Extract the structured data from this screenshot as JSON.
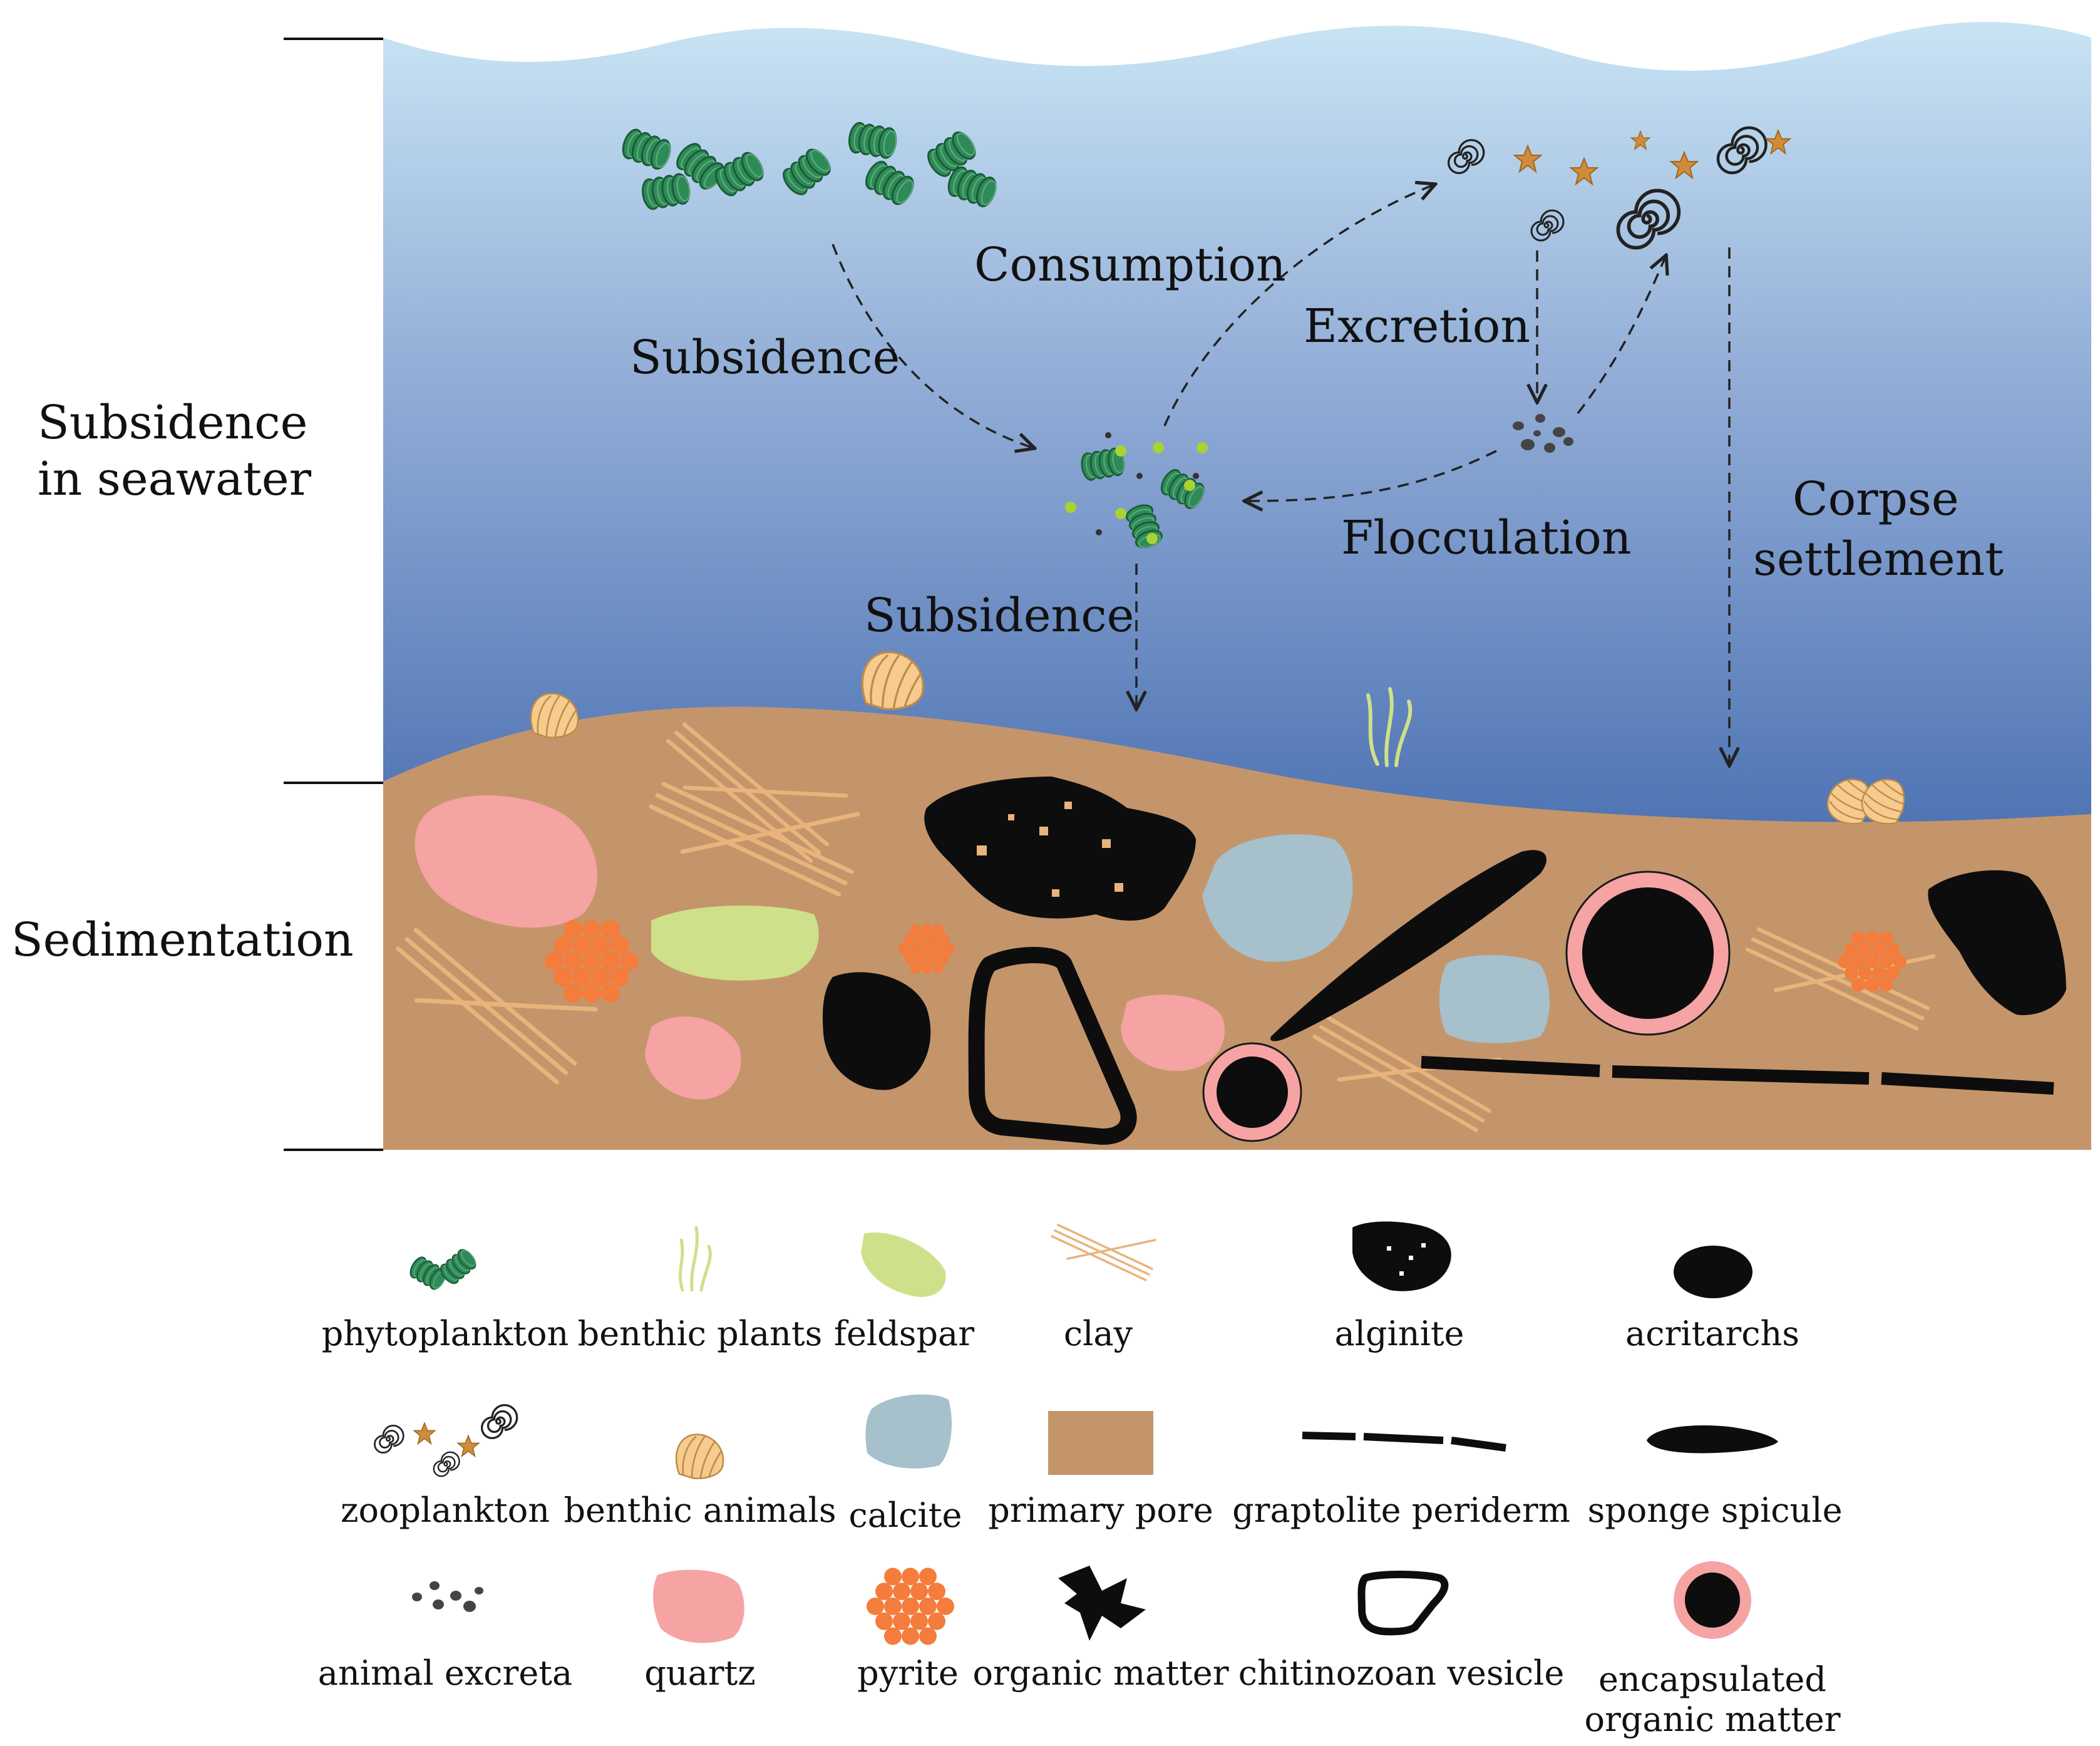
{
  "side_labels": {
    "water_line1": "Subsidence",
    "water_line2": "in seawater",
    "sediment": "Sedimentation"
  },
  "process_labels": {
    "subsidence_upper": "Subsidence",
    "consumption": "Consumption",
    "excretion": "Excretion",
    "flocculation": "Flocculation",
    "subsidence_lower": "Subsidence",
    "corpse_line1": "Corpse",
    "corpse_line2": "settlement"
  },
  "legend": [
    {
      "icon": "phytoplankton-icon",
      "label": "phytoplankton"
    },
    {
      "icon": "benthic-plants-icon",
      "label": "benthic plants"
    },
    {
      "icon": "feldspar-icon",
      "label": "feldspar"
    },
    {
      "icon": "clay-icon",
      "label": "clay"
    },
    {
      "icon": "alginite-icon",
      "label": "alginite"
    },
    {
      "icon": "acritarchs-icon",
      "label": "acritarchs"
    },
    {
      "icon": "zooplankton-icon",
      "label": "zooplankton"
    },
    {
      "icon": "benthic-animals-icon",
      "label": "benthic animals"
    },
    {
      "icon": "calcite-icon",
      "label": "calcite"
    },
    {
      "icon": "primary-pore-icon",
      "label": "primary pore"
    },
    {
      "icon": "graptolite-periderm-icon",
      "label": "graptolite periderm"
    },
    {
      "icon": "sponge-spicule-icon",
      "label": "sponge spicule"
    },
    {
      "icon": "animal-excreta-icon",
      "label": "animal excreta"
    },
    {
      "icon": "quartz-icon",
      "label": "quartz"
    },
    {
      "icon": "pyrite-icon",
      "label": "pyrite"
    },
    {
      "icon": "organic-matter-icon",
      "label": "organic matter"
    },
    {
      "icon": "chitinozoan-vesicle-icon",
      "label": "chitinozoan vesicle"
    },
    {
      "icon": "encapsulated-organic-matter-icon",
      "label_line1": "encapsulated",
      "label_line2": "organic matter"
    }
  ],
  "colors": {
    "water_top": "#c8e4f4",
    "water_bottom": "#4f74b4",
    "sediment": "#c4956a",
    "phytoplankton": "#2e8b57",
    "quartz": "#f6a3a3",
    "feldspar": "#cfe08a",
    "calcite": "#a6c0cc",
    "pyrite": "#f47c3c",
    "clay": "#e8b47c",
    "organic": "#0d0d0d",
    "zooplankton_star": "#d08c3a",
    "benthic_animal": "#f5cc8e"
  }
}
